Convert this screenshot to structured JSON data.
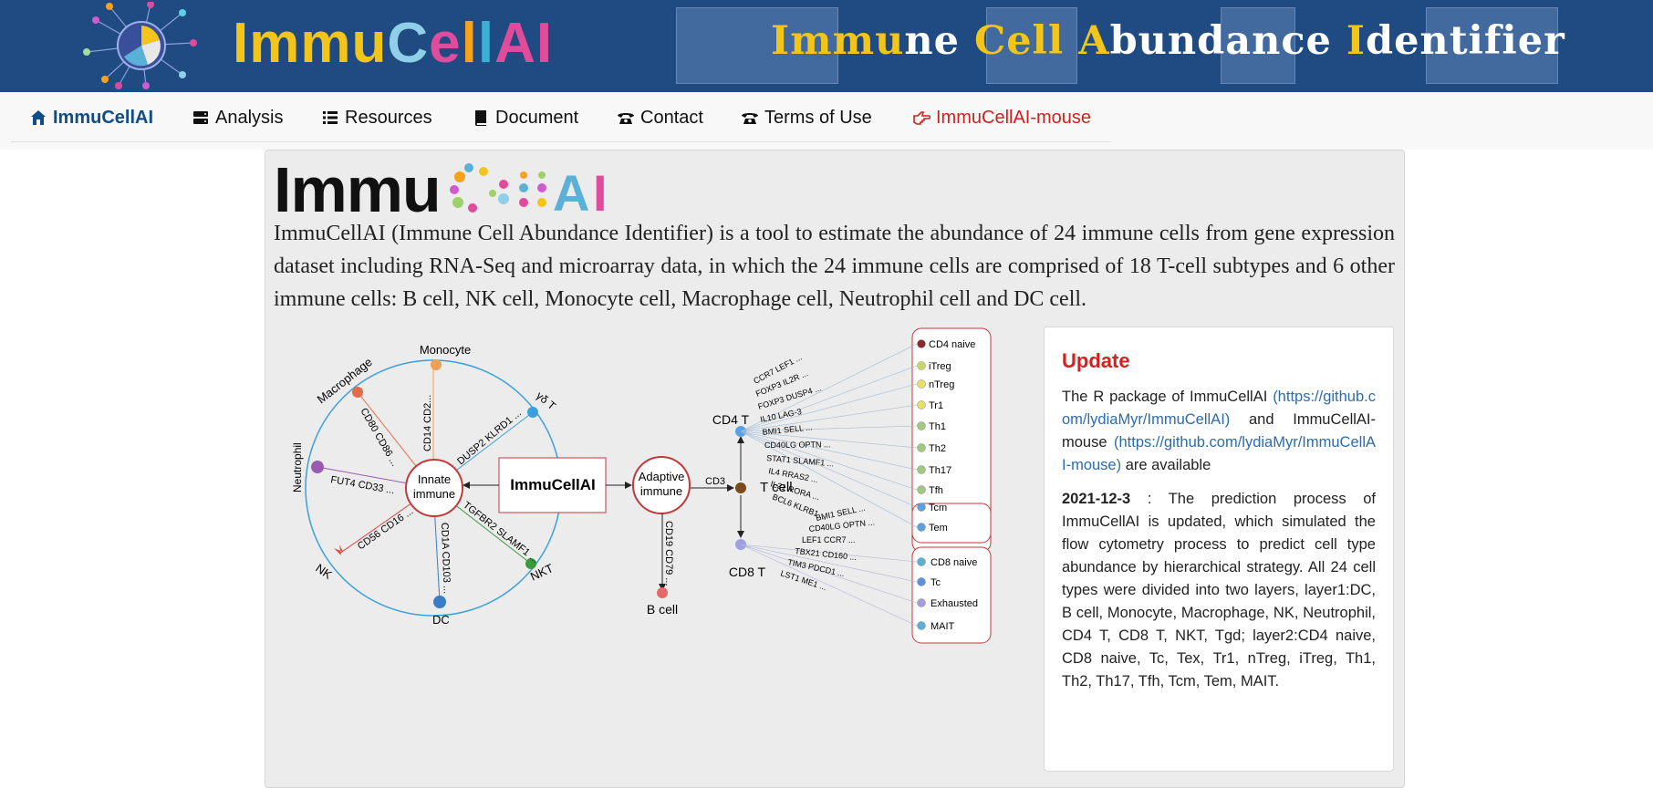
{
  "banner": {
    "brand": [
      "Immu",
      "C",
      "e",
      "l",
      "l",
      "AI"
    ],
    "subtitle": [
      {
        "t": "Immu",
        "hl": true
      },
      {
        "t": "ne ",
        "hl": false
      },
      {
        "t": "Cell ",
        "hl": true
      },
      {
        "t": "A",
        "hl": true
      },
      {
        "t": "bundance ",
        "hl": false
      },
      {
        "t": "I",
        "hl": true
      },
      {
        "t": "dentifier",
        "hl": false
      }
    ]
  },
  "nav": {
    "home": "ImmuCellAI",
    "analysis": "Analysis",
    "resources": "Resources",
    "document": "Document",
    "contact": "Contact",
    "terms": "Terms of Use",
    "mouse": "ImmuCellAI-mouse"
  },
  "main": {
    "title_prefix": "Immu",
    "intro": "ImmuCellAI (Immune Cell Abundance Identifier) is a tool to estimate the abundance of 24 immune cells from gene expression dataset including RNA-Seq and microarray data, in which the 24 immune cells are comprised of 18 T-cell subtypes and 6 other immune cells: B cell, NK cell, Monocyte cell, Macrophage cell, Neutrophil cell and DC cell."
  },
  "diagram": {
    "center": "ImmuCellAI",
    "innate": [
      "Innate",
      "immune"
    ],
    "adaptive": [
      "Adaptive",
      "immune"
    ],
    "innate_cells": {
      "monocyte": "Monocyte",
      "macrophage": "Macrophage",
      "neutrophil": "Neutrophil",
      "nk": "NK",
      "dc": "DC",
      "nkt": "NKT",
      "gdt": "γδ T"
    },
    "innate_markers": {
      "monocyte": "CD14 CD2...",
      "macrophage": "CD80 CD86 ...",
      "neutrophil": "FUT4 CD33 ...",
      "nk": "CD56 CD16 ...",
      "dc": "CD1A CD103 ...",
      "nkt": "TGFBR2 SLAMF1 ...",
      "gdt": "DUSP2 KLRD1 ..."
    },
    "cd3": "CD3",
    "tcell": "T cell",
    "bcell": "B cell",
    "bcell_marker": "CD19 CD79 ...",
    "cd4t": "CD4 T",
    "cd8t": "CD8 T",
    "cd4_markers": [
      "CCR7 LEF1 ...",
      "FOXP3 IL2R ...",
      "FOXP3 DUSP4 ...",
      "IL10 LAG-3",
      "BMI1 SELL ...",
      "CD40LG OPTN ...",
      "STAT1 SLAMF1 ...",
      "IL4 RRAS2 ...",
      "IL21 RORA ...",
      "BCL6 KLRB1 ..."
    ],
    "cd8_markers": [
      "BMI1 SELL ...",
      "CD40LG OPTN ...",
      "LEF1 CCR7 ...",
      "TBX21 CD160 ...",
      "TIM3 PDCD1 ...",
      "LST1 ME1 ..."
    ],
    "cd4_subtypes": [
      "CD4 naive",
      "iTreg",
      "nTreg",
      "Tr1",
      "Th1",
      "Th2",
      "Th17",
      "Tfh",
      "Tcm",
      "Tem"
    ],
    "cd8_subtypes": [
      "CD8 naive",
      "Tc",
      "Exhausted",
      "MAIT"
    ],
    "colors": {
      "circle": "#3aa0dc",
      "box": "#c0393b",
      "monocyte": "#f0a050",
      "macrophage": "#e46a4a",
      "neutrophil": "#9a5bb5",
      "nk": "#e0443a",
      "dc": "#3a7cc8",
      "nkt": "#3a9a3a",
      "gdt": "#3aa0dc"
    }
  },
  "update": {
    "title": "Update",
    "p1_lead": "The R package of ImmuCellAI",
    "link1": "(https://github.com/lydiaMyr/ImmuCellAI)",
    "p1_mid": "and ImmuCellAI-mouse",
    "link2": "(https://github.com/lydiaMyr/ImmuCellAI-mouse)",
    "p1_tail": "are available",
    "date": "2021-12-3",
    "p2": ": The prediction process of ImmuCellAI is updated, which simulated the flow cytometry process to predict cell type abundance by hierarchical strategy. All 24 cell types were divided into two layers, layer1:DC, B cell, Monocyte, Macrophage, NK, Neutrophil, CD4 T, CD8 T, NKT, Tgd; layer2:CD4 naive, CD8 naive, Tc, Tex, Tr1, nTreg, iTreg, Th1, Th2, Th17, Tfh, Tcm, Tem, MAIT."
  }
}
